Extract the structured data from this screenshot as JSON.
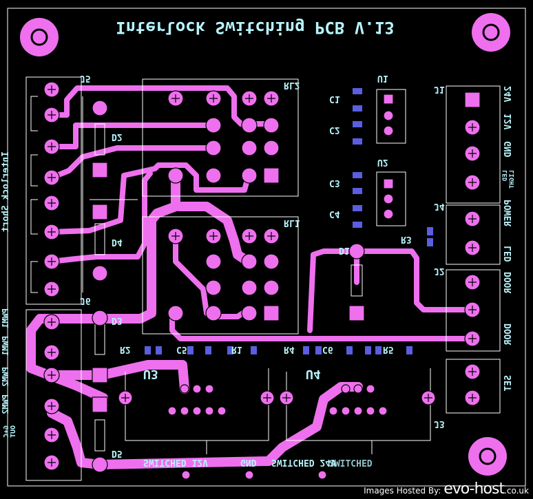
{
  "board": {
    "title": "Interlock Switching PCB V.13",
    "colors": {
      "background": "#000000",
      "copper": "#ee70ee",
      "silkscreen": "#b8f4fb",
      "outline": "#ffffff",
      "pad": "#5a5ee0"
    }
  },
  "labels": {
    "j5": "J5",
    "j6": "J6",
    "rl2": "RL2",
    "rl1": "RL1",
    "d2": "D2",
    "d4": "D4",
    "d3": "D3",
    "d5": "D5",
    "d1": "D1",
    "u1": "U1",
    "u2": "U2",
    "u3": "U3",
    "u4": "U4",
    "c1": "C1",
    "c2": "C2",
    "c3": "C3",
    "c4": "C4",
    "c5": "C5",
    "c6": "C6",
    "r1": "R1",
    "r2": "R2",
    "r3": "R3",
    "r4": "R4",
    "r5": "R5",
    "j1": "J1",
    "j2": "J2",
    "j3": "J3",
    "j4": "J4",
    "v24": "24V",
    "v12": "12V",
    "gnd": "GND",
    "led": "LED",
    "light": "LIGHT",
    "power": "POWER",
    "led2": "LED",
    "door": "DOOR",
    "door2": "DOOR",
    "set": "SET",
    "interlock_short": "Interlock Short",
    "pwm1a": "PWM1",
    "pwm1b": "PWM1",
    "pwm2a": "PWM2",
    "pwm2b": "PWM2",
    "out": "OUT",
    "gc": "G+C",
    "sw12": "SWITCHED 12V",
    "sw_gnd": "GND",
    "sw24": "SWITCHED 24V",
    "sw_rear": "SWITCHED"
  },
  "footer": {
    "prefix": "Images Hosted By:",
    "brand": "evo-host",
    "tld": ".co.uk"
  }
}
